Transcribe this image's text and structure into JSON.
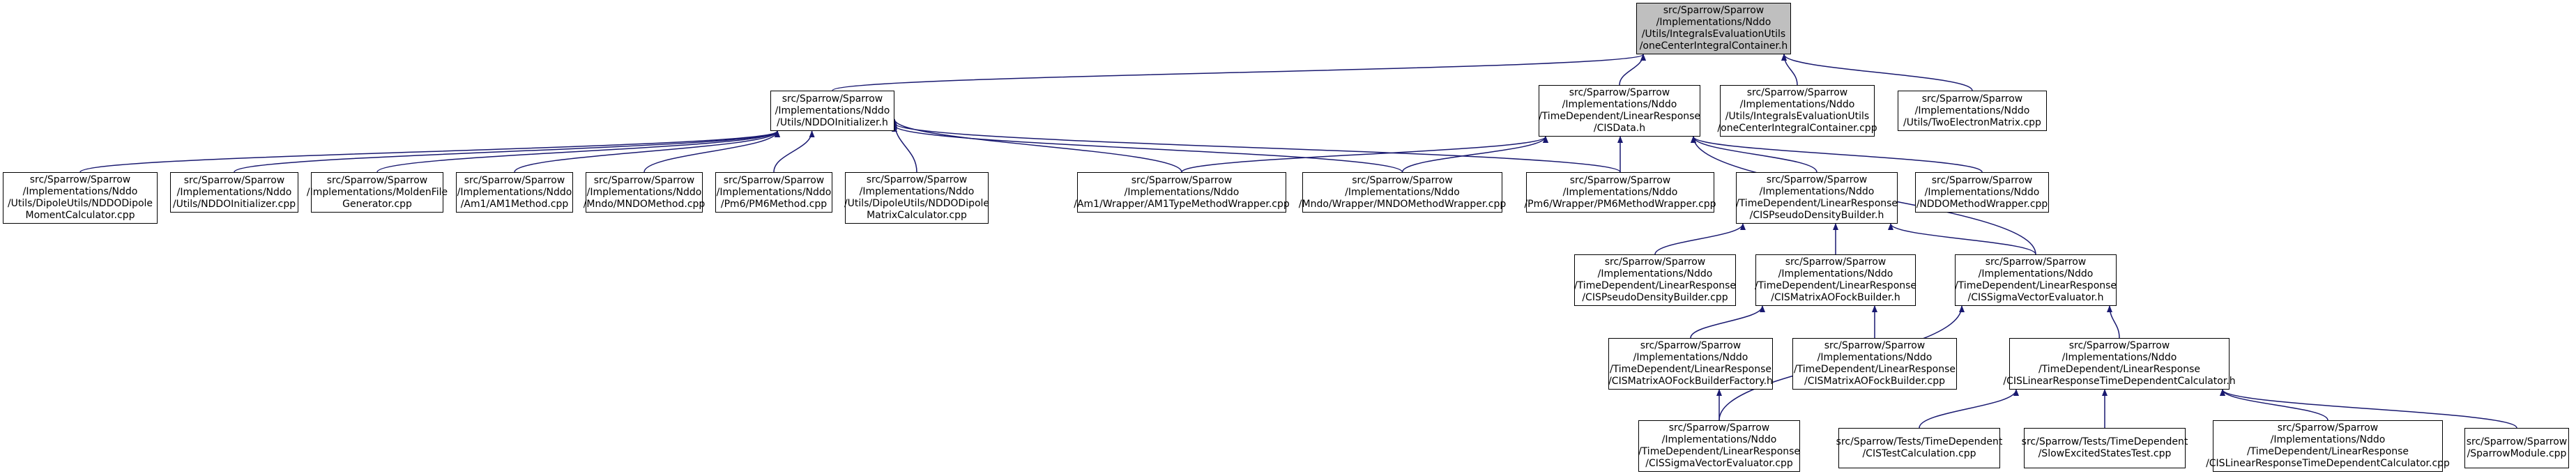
{
  "graph": {
    "nodes": [
      {
        "id": "root",
        "label": "src/Sparrow/Sparrow\n/Implementations/Nddo\n/Utils/IntegralsEvaluationUtils\n/oneCenterIntegralContainer.h",
        "highlighted": true
      },
      {
        "id": "nddo_init_h",
        "label": "src/Sparrow/Sparrow\n/Implementations/Nddo\n/Utils/NDDOInitializer.h"
      },
      {
        "id": "cisdata_h",
        "label": "src/Sparrow/Sparrow\n/Implementations/Nddo\n/TimeDependent/LinearResponse\n/CISData.h"
      },
      {
        "id": "onecenter_cpp",
        "label": "src/Sparrow/Sparrow\n/Implementations/Nddo\n/Utils/IntegralsEvaluationUtils\n/oneCenterIntegralContainer.cpp"
      },
      {
        "id": "twoelectron_cpp",
        "label": "src/Sparrow/Sparrow\n/Implementations/Nddo\n/Utils/TwoElectronMatrix.cpp"
      },
      {
        "id": "nddodipole_cpp",
        "label": "src/Sparrow/Sparrow\n/Implementations/Nddo\n/Utils/DipoleUtils/NDDODipole\nMomentCalculator.cpp"
      },
      {
        "id": "nddo_init_cpp",
        "label": "src/Sparrow/Sparrow\n/Implementations/Nddo\n/Utils/NDDOInitializer.cpp"
      },
      {
        "id": "molden_cpp",
        "label": "src/Sparrow/Sparrow\n/Implementations/MoldenFile\nGenerator.cpp"
      },
      {
        "id": "am1method_cpp",
        "label": "src/Sparrow/Sparrow\n/Implementations/Nddo\n/Am1/AM1Method.cpp"
      },
      {
        "id": "mndomethod_cpp",
        "label": "src/Sparrow/Sparrow\n/Implementations/Nddo\n/Mndo/MNDOMethod.cpp"
      },
      {
        "id": "pm6method_cpp",
        "label": "src/Sparrow/Sparrow\n/Implementations/Nddo\n/Pm6/PM6Method.cpp"
      },
      {
        "id": "dipolematrix_cpp",
        "label": "src/Sparrow/Sparrow\n/Implementations/Nddo\n/Utils/DipoleUtils/NDDODipole\nMatrixCalculator.cpp"
      },
      {
        "id": "am1wrapper_cpp",
        "label": "src/Sparrow/Sparrow\n/Implementations/Nddo\n/Am1/Wrapper/AM1TypeMethodWrapper.cpp"
      },
      {
        "id": "mndowrapper_cpp",
        "label": "src/Sparrow/Sparrow\n/Implementations/Nddo\n/Mndo/Wrapper/MNDOMethodWrapper.cpp"
      },
      {
        "id": "pm6wrapper_cpp",
        "label": "src/Sparrow/Sparrow\n/Implementations/Nddo\n/Pm6/Wrapper/PM6MethodWrapper.cpp"
      },
      {
        "id": "cispdb_h",
        "label": "src/Sparrow/Sparrow\n/Implementations/Nddo\n/TimeDependent/LinearResponse\n/CISPseudoDensityBuilder.h"
      },
      {
        "id": "nddowrapper_cpp",
        "label": "src/Sparrow/Sparrow\n/Implementations/Nddo\n/NDDOMethodWrapper.cpp"
      },
      {
        "id": "cispdb_cpp",
        "label": "src/Sparrow/Sparrow\n/Implementations/Nddo\n/TimeDependent/LinearResponse\n/CISPseudoDensityBuilder.cpp"
      },
      {
        "id": "cismatrixfock_h",
        "label": "src/Sparrow/Sparrow\n/Implementations/Nddo\n/TimeDependent/LinearResponse\n/CISMatrixAOFockBuilder.h"
      },
      {
        "id": "cissigma_h",
        "label": "src/Sparrow/Sparrow\n/Implementations/Nddo\n/TimeDependent/LinearResponse\n/CISSigmaVectorEvaluator.h"
      },
      {
        "id": "cisfockfactory_h",
        "label": "src/Sparrow/Sparrow\n/Implementations/Nddo\n/TimeDependent/LinearResponse\n/CISMatrixAOFockBuilderFactory.h"
      },
      {
        "id": "cismatrixfock_cpp",
        "label": "src/Sparrow/Sparrow\n/Implementations/Nddo\n/TimeDependent/LinearResponse\n/CISMatrixAOFockBuilder.cpp"
      },
      {
        "id": "cislrtdc_h",
        "label": "src/Sparrow/Sparrow\n/Implementations/Nddo\n/TimeDependent/LinearResponse\n/CISLinearResponseTimeDependentCalculator.h"
      },
      {
        "id": "cissigma_cpp",
        "label": "src/Sparrow/Sparrow\n/Implementations/Nddo\n/TimeDependent/LinearResponse\n/CISSigmaVectorEvaluator.cpp"
      },
      {
        "id": "cistestcalc_cpp",
        "label": "src/Sparrow/Tests/TimeDependent\n/CISTestCalculation.cpp"
      },
      {
        "id": "slowexcited_cpp",
        "label": "src/Sparrow/Tests/TimeDependent\n/SlowExcitedStatesTest.cpp"
      },
      {
        "id": "cislrtdc_cpp",
        "label": "src/Sparrow/Sparrow\n/Implementations/Nddo\n/TimeDependent/LinearResponse\n/CISLinearResponseTimeDependentCalculator.cpp"
      },
      {
        "id": "sparrowmodule_cpp",
        "label": "src/Sparrow/Sparrow\n/SparrowModule.cpp"
      }
    ],
    "edges": [
      [
        "nddo_init_h",
        "root"
      ],
      [
        "cisdata_h",
        "root"
      ],
      [
        "onecenter_cpp",
        "root"
      ],
      [
        "twoelectron_cpp",
        "root"
      ],
      [
        "nddodipole_cpp",
        "nddo_init_h"
      ],
      [
        "nddo_init_cpp",
        "nddo_init_h"
      ],
      [
        "molden_cpp",
        "nddo_init_h"
      ],
      [
        "am1method_cpp",
        "nddo_init_h"
      ],
      [
        "mndomethod_cpp",
        "nddo_init_h"
      ],
      [
        "pm6method_cpp",
        "nddo_init_h"
      ],
      [
        "dipolematrix_cpp",
        "nddo_init_h"
      ],
      [
        "am1wrapper_cpp",
        "nddo_init_h"
      ],
      [
        "mndowrapper_cpp",
        "nddo_init_h"
      ],
      [
        "pm6wrapper_cpp",
        "nddo_init_h"
      ],
      [
        "am1wrapper_cpp",
        "cisdata_h"
      ],
      [
        "mndowrapper_cpp",
        "cisdata_h"
      ],
      [
        "pm6wrapper_cpp",
        "cisdata_h"
      ],
      [
        "cispdb_h",
        "cisdata_h"
      ],
      [
        "nddowrapper_cpp",
        "cisdata_h"
      ],
      [
        "cissigma_h",
        "cisdata_h"
      ],
      [
        "cispdb_cpp",
        "cispdb_h"
      ],
      [
        "cismatrixfock_h",
        "cispdb_h"
      ],
      [
        "cissigma_h",
        "cispdb_h"
      ],
      [
        "cisfockfactory_h",
        "cismatrixfock_h"
      ],
      [
        "cismatrixfock_cpp",
        "cismatrixfock_h"
      ],
      [
        "cissigma_cpp",
        "cisfockfactory_h"
      ],
      [
        "cislrtdc_h",
        "cissigma_h"
      ],
      [
        "cissigma_cpp",
        "cissigma_h"
      ],
      [
        "cistestcalc_cpp",
        "cislrtdc_h"
      ],
      [
        "slowexcited_cpp",
        "cislrtdc_h"
      ],
      [
        "cislrtdc_cpp",
        "cislrtdc_h"
      ],
      [
        "sparrowmodule_cpp",
        "cislrtdc_h"
      ]
    ],
    "colors": {
      "edge": "#191970",
      "node_border": "#000000",
      "root_fill": "#bfbfbf",
      "node_fill": "#ffffff"
    }
  }
}
